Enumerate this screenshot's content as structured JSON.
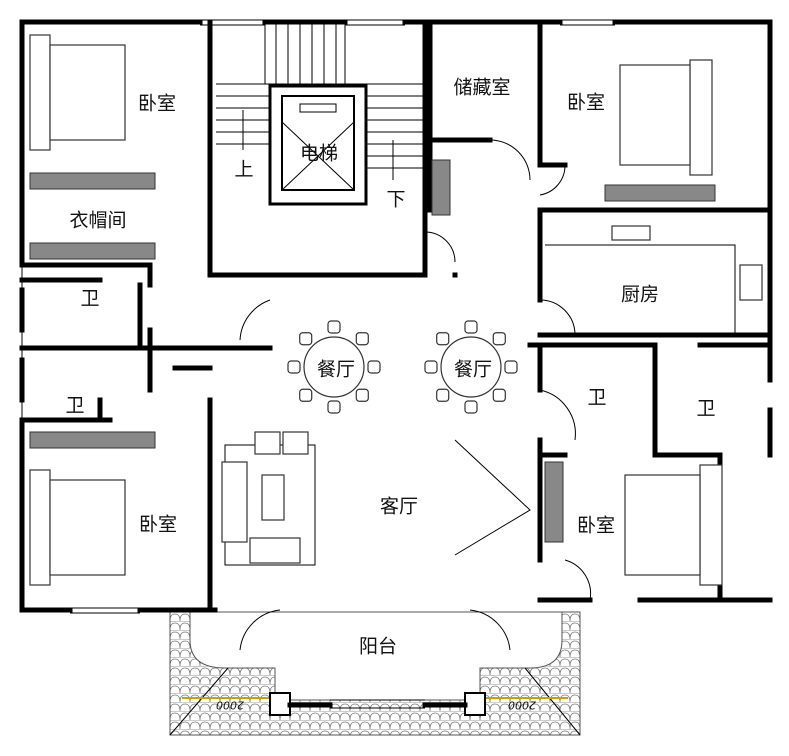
{
  "rooms": {
    "bedroom_nw": "卧室",
    "closet": "衣帽间",
    "bath_1": "卫",
    "bath_2": "卫",
    "bedroom_sw": "卧室",
    "elevator": "电梯",
    "stair_up": "上",
    "stair_down": "下",
    "storage": "储藏室",
    "bedroom_ne": "卧室",
    "kitchen": "厨房",
    "dining_1": "餐厅",
    "dining_2": "餐厅",
    "bath_3": "卫",
    "bath_4": "卫",
    "living": "客厅",
    "bedroom_se": "卧室",
    "balcony": "阳台"
  },
  "dimensions": {
    "left": "2000",
    "right": "2000"
  },
  "colors": {
    "wall": "#000000",
    "dimension_line": "#c8a000"
  }
}
